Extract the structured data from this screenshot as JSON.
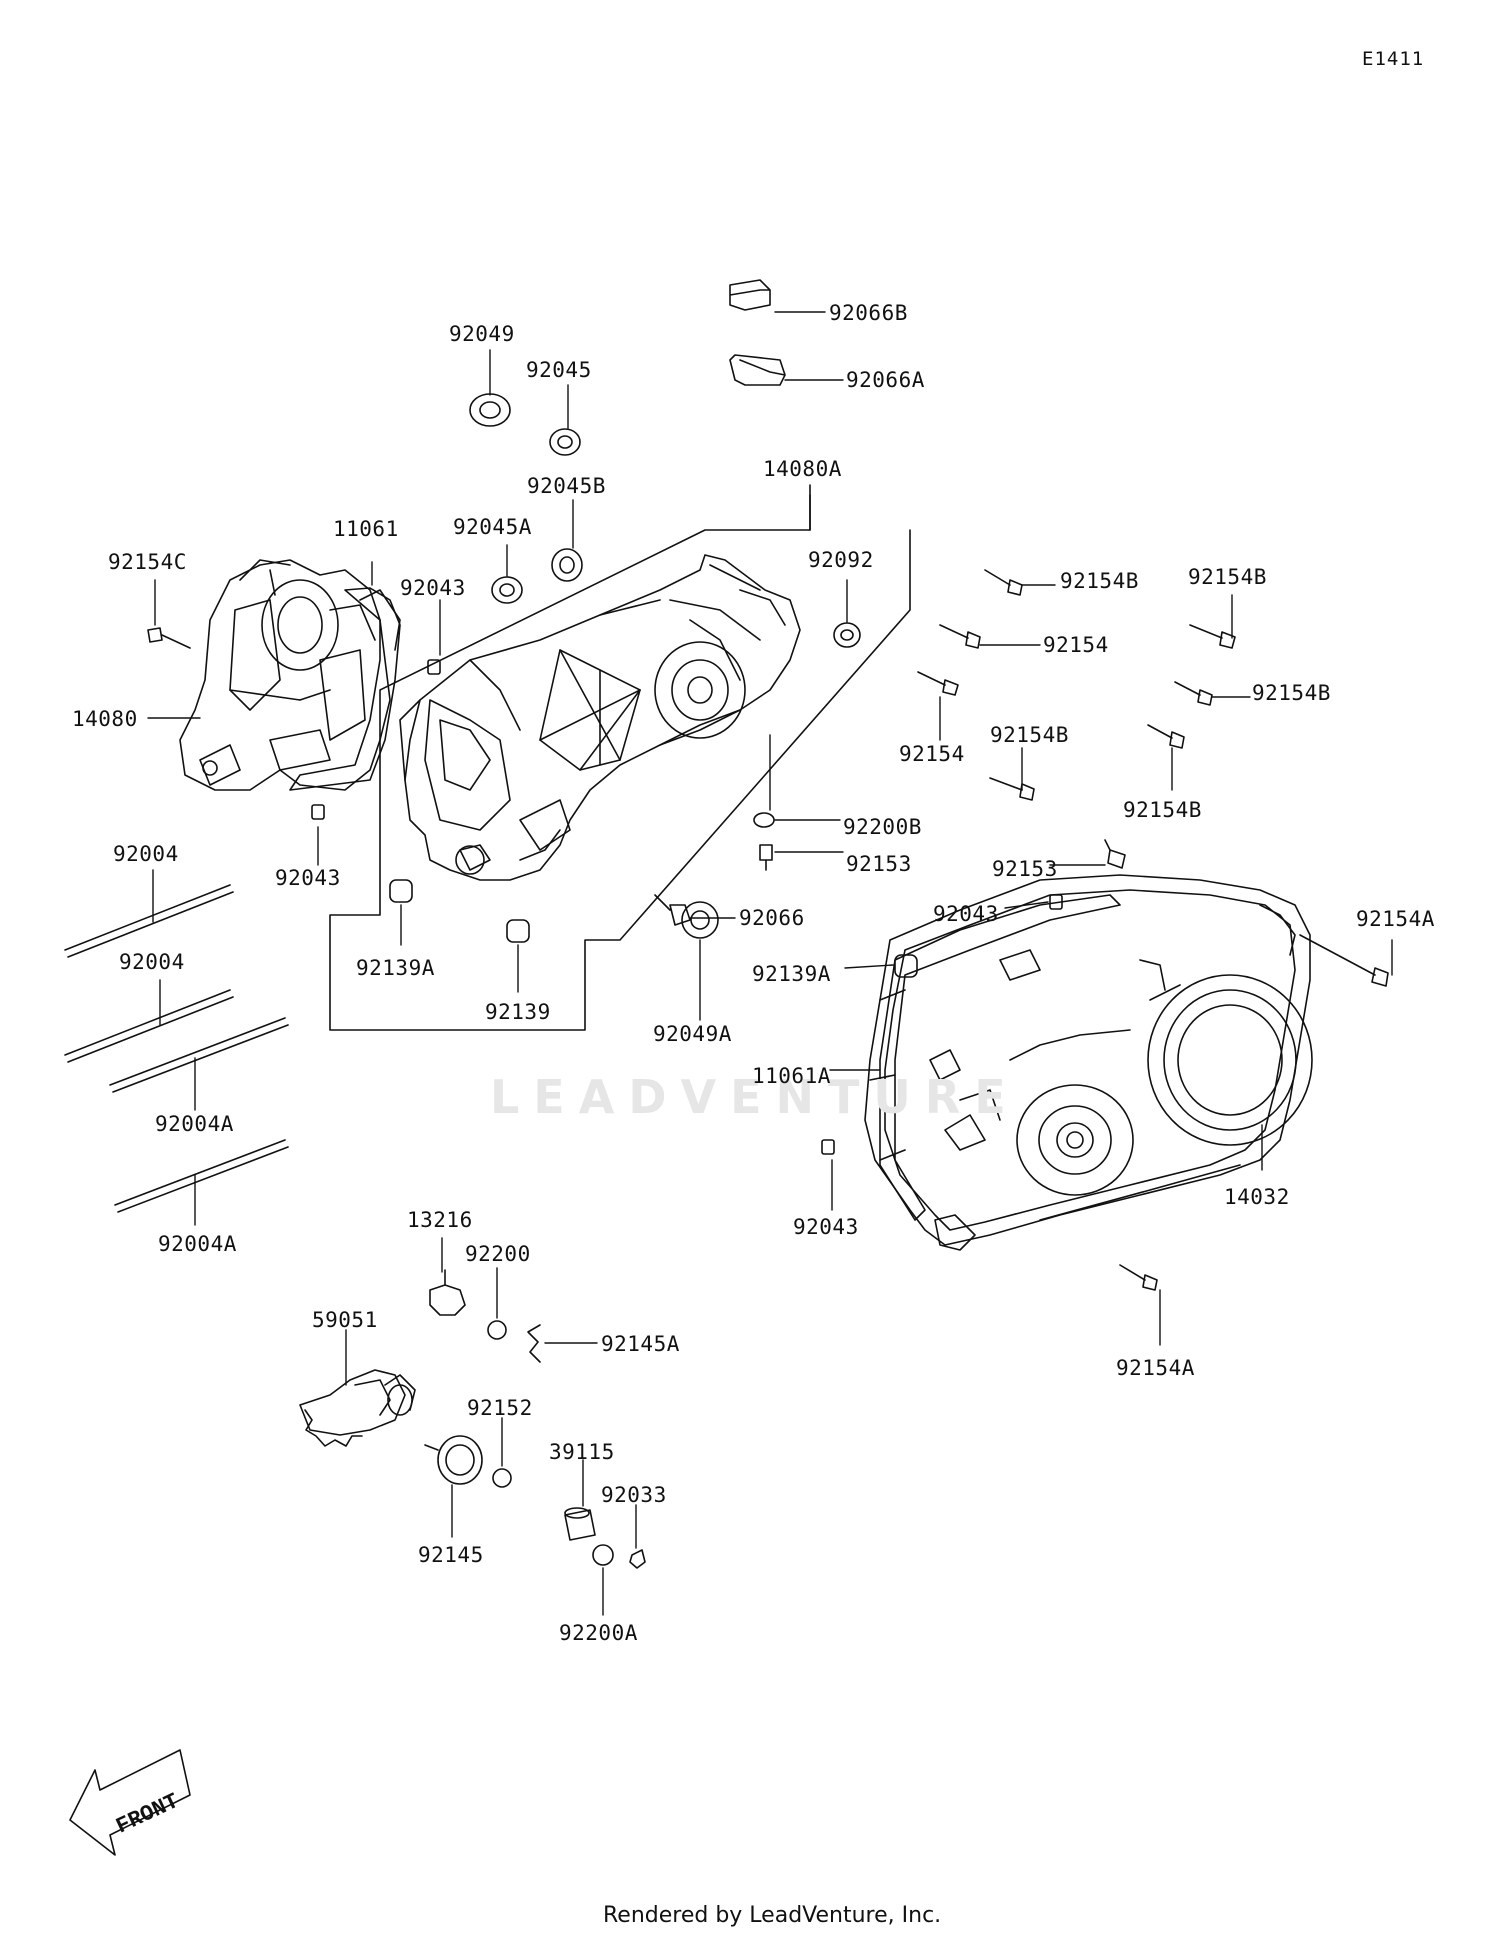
{
  "diagram_code": "E1411",
  "credit": "Rendered by LeadVenture, Inc.",
  "watermark": "LEADVENTURE",
  "front_arrow_text": "FRONT",
  "labels": {
    "p92049": "92049",
    "p92045": "92045",
    "p92045B": "92045B",
    "p92045A": "92045A",
    "p92066B": "92066B",
    "p92066A": "92066A",
    "p14080A": "14080A",
    "p92092": "92092",
    "p11061": "11061",
    "p92154C": "92154C",
    "p92043_top": "92043",
    "p14080": "14080",
    "p92043_left": "92043",
    "p92004_1": "92004",
    "p92004_2": "92004",
    "p92004A_1": "92004A",
    "p92004A_2": "92004A",
    "p92139A_left": "92139A",
    "p92139": "92139",
    "p92049A": "92049A",
    "p92066": "92066",
    "p92200B": "92200B",
    "p92153_mid": "92153",
    "p92154B_1": "92154B",
    "p92154B_2": "92154B",
    "p92154": "92154",
    "p92154_2": "92154",
    "p92154B_3": "92154B",
    "p92154B_4": "92154B",
    "p92154B_5": "92154B",
    "p92153_right": "92153",
    "p92043_right": "92043",
    "p92154A_top": "92154A",
    "p92139A_right": "92139A",
    "p11061A": "11061A",
    "p14032": "14032",
    "p92043_bottom": "92043",
    "p92154A_bottom": "92154A",
    "p13216": "13216",
    "p92200": "92200",
    "p92145A": "92145A",
    "p59051": "59051",
    "p92152": "92152",
    "p92145": "92145",
    "p39115": "39115",
    "p92033": "92033",
    "p92200A": "92200A"
  }
}
